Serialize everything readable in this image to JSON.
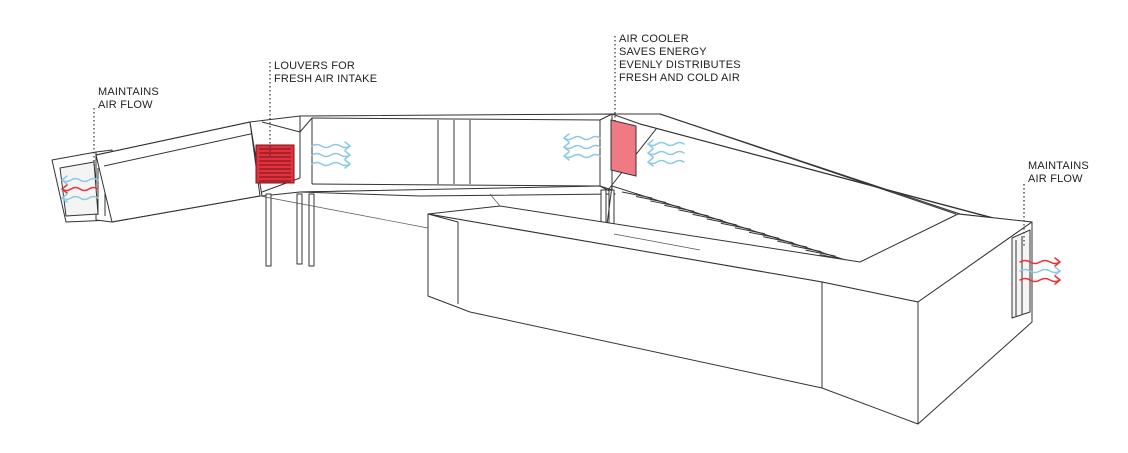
{
  "annotations": {
    "left_airflow": [
      "MAINTAINS",
      "AIR FLOW"
    ],
    "louvers": [
      "LOUVERS FOR",
      "FRESH AIR INTAKE"
    ],
    "air_cooler": [
      "AIR COOLER",
      "SAVES ENERGY",
      "EVENLY DISTRIBUTES",
      "FRESH AND COLD AIR"
    ],
    "right_airflow": [
      "MAINTAINS",
      "AIR FLOW"
    ]
  },
  "colors": {
    "fresh_air_arrows": "#8ec9e4",
    "exhaust_arrows": "#e8323a",
    "louver_fill": "#e0323e",
    "cooler_fill": "#f07a84",
    "linework": "#333333"
  },
  "icons": {
    "fresh_air": "wavy-arrow-blue",
    "exhaust_air": "wavy-arrow-red"
  }
}
